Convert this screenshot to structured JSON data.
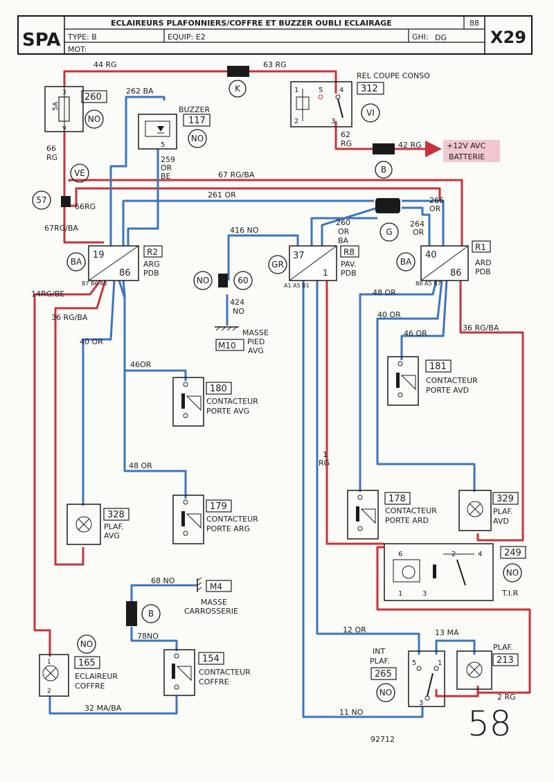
{
  "header": {
    "brand": "SPA",
    "title": "ECLAIREURS PLAFONNIERS/COFFRE ET BUZZER OUBLI ECLAIRAGE",
    "year": "88",
    "sheet": "X29",
    "type_label": "TYPE: B",
    "equip_label": "EQUIP: E2",
    "ghi_label": "GHI:",
    "ghi_value": "DG",
    "mot_label": "MOT:"
  },
  "colors": {
    "red": "#c8323a",
    "blue": "#3b74bf",
    "black": "#1a1a1a",
    "label_bg": "#f2c7cf"
  },
  "wires": {
    "w44": "44 RG",
    "w63": "63 RG",
    "w62": "62",
    "w62b": "RG",
    "w42": "42 RG",
    "w262": "262 BA",
    "w66a": "66",
    "w66b": "RG",
    "w259a": "259",
    "w259b": "OR",
    "w259c": "BE",
    "w67top": "67 RG/BA",
    "w261": "261 OR",
    "w66rg": "66RG",
    "w266a": "266",
    "w266b": "OR",
    "w264a": "264",
    "w264b": "OR",
    "w260a": "260",
    "w260b": "OR",
    "w260c": "BA",
    "w67left": "67RG/BA",
    "w416": "416 NO",
    "w424a": "424",
    "w424b": "NO",
    "w14": "14RG/BE",
    "w36l": "36 RG/BA",
    "w40l": "40 OR",
    "w46l": "46OR",
    "w48l": "48 OR",
    "w48r": "48 OR",
    "w40r": "40 OR",
    "w46r": "46 OR",
    "w36r": "36 RG/BA",
    "w1a": "1",
    "w1b": "RG",
    "w68": "68 NO",
    "w78": "78NO",
    "w12": "12 OR",
    "w13": "13 MA",
    "w11": "11 NO",
    "w2": "2 RG",
    "w32": "32 MA/BA"
  },
  "connectors": {
    "k": "K",
    "b1": "B",
    "ve": "VE",
    "c57": "57",
    "g": "G",
    "no60": "NO",
    "c60": "60",
    "b2": "B"
  },
  "components": {
    "fuse": {
      "rating": "5A",
      "code": "260",
      "tag": "NO",
      "pin_top": "3",
      "pin_bot": "9"
    },
    "buzzer": {
      "name": "BUZZER",
      "code": "117",
      "tag": "NO",
      "pin": "5"
    },
    "relay": {
      "name": "REL COUPE CONSO",
      "code": "312",
      "tag": "VI",
      "p1": "1",
      "p2": "2",
      "p3": "3",
      "p4": "4",
      "p5": "5"
    },
    "battery_label_1": "+12V AVC",
    "battery_label_2": "BATTERIE",
    "r2": {
      "code": "R2",
      "l1": "ARG",
      "l2": "PDB",
      "tag": "BA",
      "n1": "19",
      "n2": "86",
      "pins": "B7 B6 A5"
    },
    "r8": {
      "code": "R8",
      "l1": "PAV.",
      "l2": "PDB",
      "tag": "GR",
      "n1": "37",
      "n2": "1",
      "pins": "A1 A5 B1"
    },
    "r1": {
      "code": "R1",
      "l1": "ARD",
      "l2": "PDB",
      "tag": "BA",
      "n1": "40",
      "n2": "86",
      "pins": "B6 A5 B7"
    },
    "m10": {
      "code": "M10",
      "l1": "MASSE",
      "l2": "PIED",
      "l3": "AVG"
    },
    "c180": {
      "code": "180",
      "l1": "CONTACTEUR",
      "l2": "PORTE AVG"
    },
    "c179": {
      "code": "179",
      "l1": "CONTACTEUR",
      "l2": "PORTE ARG"
    },
    "c181": {
      "code": "181",
      "l1": "CONTACTEUR",
      "l2": "PORTE AVD"
    },
    "c178": {
      "code": "178",
      "l1": "CONTACTEUR",
      "l2": "PORTE ARD"
    },
    "p328": {
      "code": "328",
      "l1": "PLAF.",
      "l2": "AVG"
    },
    "p329": {
      "code": "329",
      "l1": "PLAF.",
      "l2": "AVD"
    },
    "tir": {
      "code": "249",
      "tag": "NO",
      "label": "T.I.R",
      "p6": "6",
      "p2": "2",
      "p4": "4",
      "p1": "1",
      "p3": "3"
    },
    "m4": {
      "code": "M4",
      "l1": "MASSE",
      "l2": "CARROSSERIE"
    },
    "e165": {
      "code": "165",
      "tag": "NO",
      "l1": "ECLAIREUR",
      "l2": "COFFRE",
      "p1": "1",
      "p2": "2"
    },
    "c154": {
      "code": "154",
      "l1": "CONTACTEUR",
      "l2": "COFFRE"
    },
    "int265": {
      "code": "265",
      "tag": "NO",
      "l1": "INT",
      "l2": "PLAF.",
      "p5": "5",
      "p1": "1",
      "p3": "3"
    },
    "p213": {
      "code": "213",
      "l1": "PLAF."
    }
  },
  "footer": {
    "doc_number": "92712",
    "page": "58"
  }
}
